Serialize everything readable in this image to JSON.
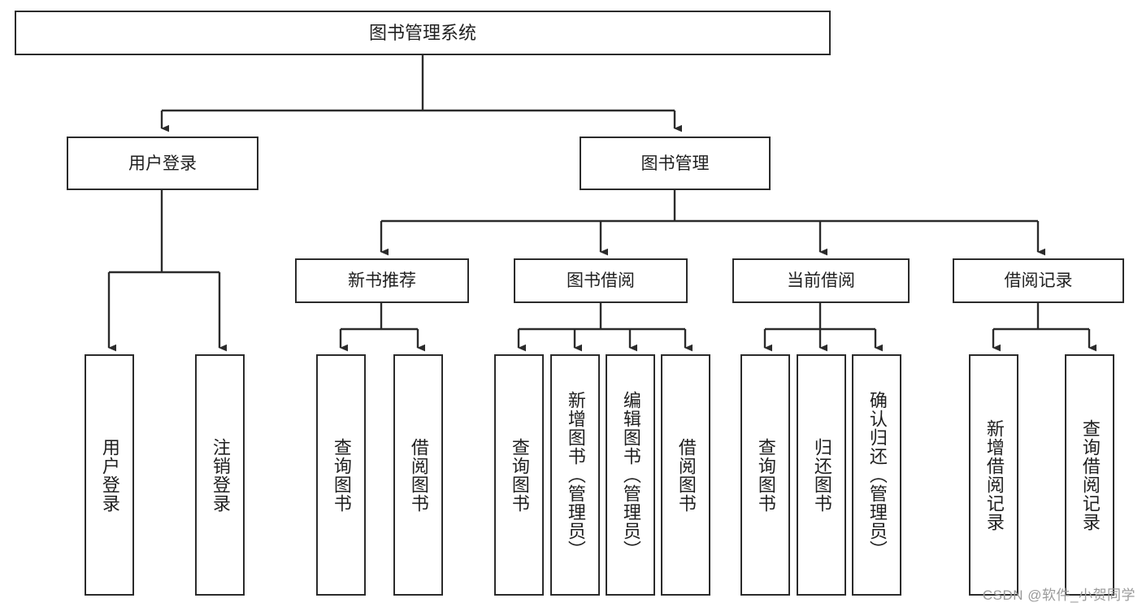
{
  "diagram": {
    "title": "图书管理系统",
    "type": "tree",
    "watermark": "CSDN @软件_小贺同学",
    "colors": {
      "box_border": "#2b2b2b",
      "box_fill": "#ffffff",
      "edge": "#2b2b2b",
      "text": "#1f1f1f",
      "watermark": "#9a9a9a"
    },
    "levels": {
      "root": [
        "图书管理系统"
      ],
      "level2": [
        "用户登录",
        "图书管理"
      ],
      "level3": [
        "新书推荐",
        "图书借阅",
        "当前借阅",
        "借阅记录"
      ],
      "leaves": [
        "用户登录",
        "注销登录",
        "查询图书",
        "借阅图书",
        "查询图书",
        "新增图书（管理员）",
        "编辑图书（管理员）",
        "借阅图书",
        "查询图书",
        "归还图书",
        "确认归还（管理员）",
        "新增借阅记录",
        "查询借阅记录"
      ]
    },
    "nodes": {
      "root": {
        "label": "图书管理系统"
      },
      "user_login": {
        "label": "用户登录"
      },
      "book_manage": {
        "label": "图书管理"
      },
      "new_book_rec": {
        "label": "新书推荐"
      },
      "book_borrow": {
        "label": "图书借阅"
      },
      "current_borrow": {
        "label": "当前借阅"
      },
      "borrow_record": {
        "label": "借阅记录"
      },
      "leaf_user_login": {
        "label": "用户登录"
      },
      "leaf_logout": {
        "label": "注销登录"
      },
      "leaf_query_book_1": {
        "label": "查询图书"
      },
      "leaf_borrow_book_1": {
        "label": "借阅图书"
      },
      "leaf_query_book_2": {
        "label": "查询图书"
      },
      "leaf_add_book": {
        "label": "新增图书（管理员）"
      },
      "leaf_edit_book": {
        "label": "编辑图书（管理员）"
      },
      "leaf_borrow_book_2": {
        "label": "借阅图书"
      },
      "leaf_query_book_3": {
        "label": "查询图书"
      },
      "leaf_return_book": {
        "label": "归还图书"
      },
      "leaf_confirm_return": {
        "label": "确认归还（管理员）"
      },
      "leaf_add_record": {
        "label": "新增借阅记录"
      },
      "leaf_query_record": {
        "label": "查询借阅记录"
      }
    },
    "edges": [
      {
        "from": "root",
        "to": "user_login"
      },
      {
        "from": "root",
        "to": "book_manage"
      },
      {
        "from": "user_login",
        "to": "leaf_user_login"
      },
      {
        "from": "user_login",
        "to": "leaf_logout"
      },
      {
        "from": "book_manage",
        "to": "new_book_rec"
      },
      {
        "from": "book_manage",
        "to": "book_borrow"
      },
      {
        "from": "book_manage",
        "to": "current_borrow"
      },
      {
        "from": "book_manage",
        "to": "borrow_record"
      },
      {
        "from": "new_book_rec",
        "to": "leaf_query_book_1"
      },
      {
        "from": "new_book_rec",
        "to": "leaf_borrow_book_1"
      },
      {
        "from": "book_borrow",
        "to": "leaf_query_book_2"
      },
      {
        "from": "book_borrow",
        "to": "leaf_add_book"
      },
      {
        "from": "book_borrow",
        "to": "leaf_edit_book"
      },
      {
        "from": "book_borrow",
        "to": "leaf_borrow_book_2"
      },
      {
        "from": "current_borrow",
        "to": "leaf_query_book_3"
      },
      {
        "from": "current_borrow",
        "to": "leaf_return_book"
      },
      {
        "from": "current_borrow",
        "to": "leaf_confirm_return"
      },
      {
        "from": "borrow_record",
        "to": "leaf_add_record"
      },
      {
        "from": "borrow_record",
        "to": "leaf_query_record"
      }
    ]
  }
}
